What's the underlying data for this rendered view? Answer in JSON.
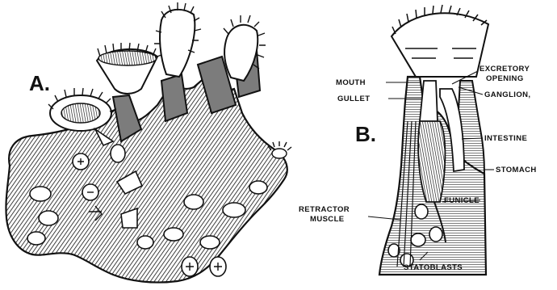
{
  "figure": {
    "panel_a_label": "A.",
    "panel_b_label": "B.",
    "labels": {
      "mouth": "MOUTH",
      "gullet": "GULLET",
      "excretory_1": "EXCRETORY",
      "excretory_2": "OPENING",
      "ganglion": "GANGLION,",
      "intestine": "INTESTINE",
      "stomach": "STOMACH",
      "funicle": "FUNICLE",
      "retractor_1": "RETRACTOR",
      "retractor_2": "MUSCLE",
      "statoblasts": "STATOBLASTS"
    }
  },
  "colors": {
    "ink": "#111111",
    "paper": "#ffffff",
    "tissue_shade": "#6f6f6f"
  }
}
